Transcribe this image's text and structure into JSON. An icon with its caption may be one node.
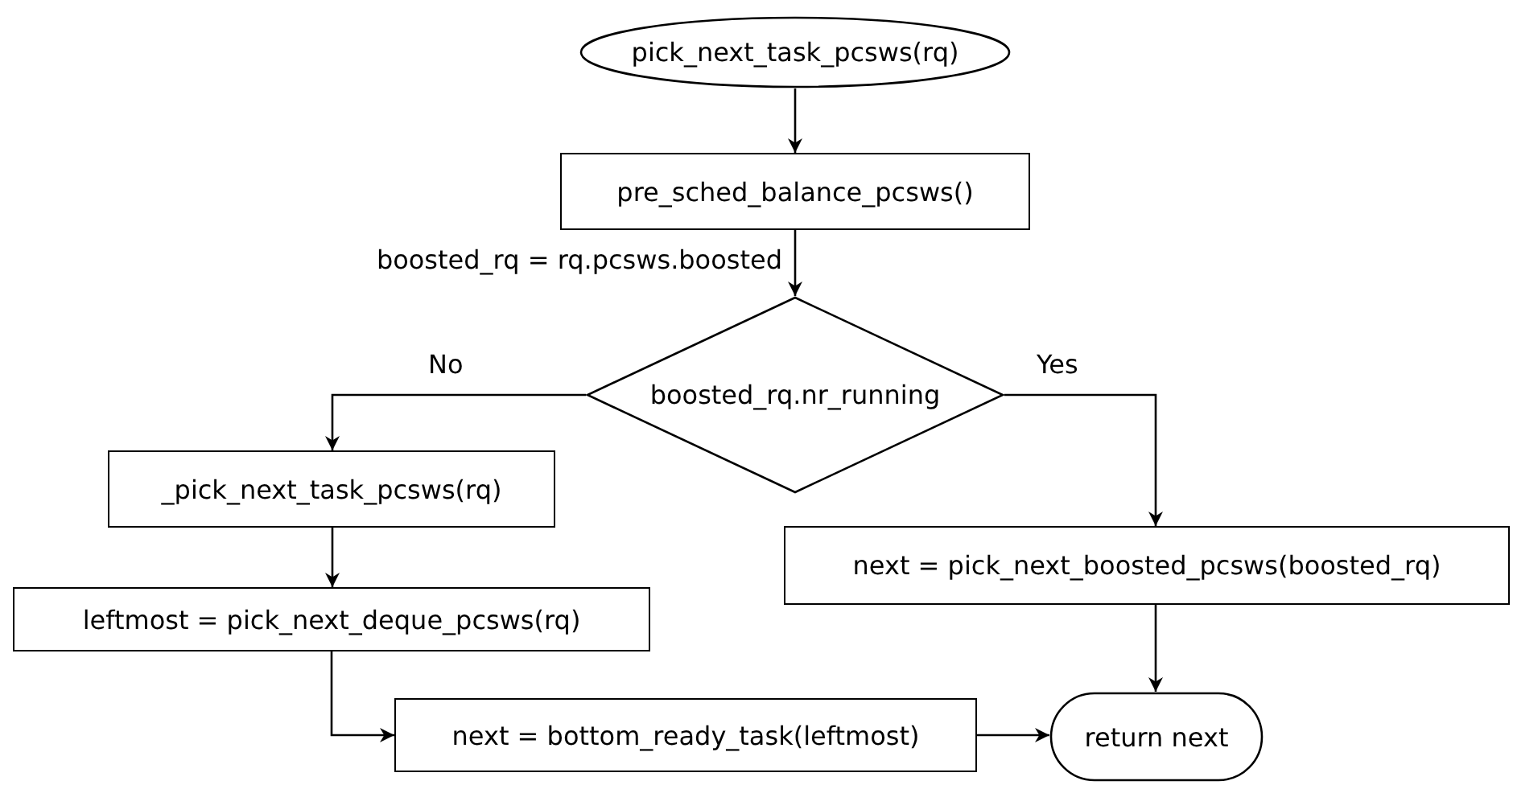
{
  "diagram": {
    "nodes": [
      {
        "text": [
          "pick_next_task_pcsws(rq)"
        ]
      },
      {
        "text": [
          "pre_sched_balance_pcsws()"
        ]
      },
      {
        "text": [
          "boosted_rq.nr_running"
        ]
      },
      {
        "text": [
          "_pick_next_task_pcsws(rq)"
        ]
      },
      {
        "text": [
          "leftmost = pick_next_deque_pcsws(rq)"
        ]
      },
      {
        "text": [
          "next = pick_next_boosted_pcsws(boosted_rq)"
        ]
      },
      {
        "text": [
          "next = bottom_ready_task(leftmost)"
        ]
      },
      {
        "text": [
          "return next"
        ]
      }
    ],
    "edges": [
      {
        "from": 0,
        "to": 1,
        "arrow": "to"
      },
      {
        "from": 1,
        "to": 2,
        "arrow": "to",
        "label": "boosted_rq = rq.pcsws.boosted"
      },
      {
        "from": 2,
        "to": 3,
        "arrow": "to",
        "label": "No"
      },
      {
        "from": 2,
        "to": 5,
        "arrow": "to",
        "label": "Yes"
      },
      {
        "from": 3,
        "to": 4,
        "arrow": "to"
      },
      {
        "from": 4,
        "to": 6,
        "arrow": "to"
      },
      {
        "from": 6,
        "to": 7,
        "arrow": "to"
      },
      {
        "from": 5,
        "to": 7,
        "arrow": "to"
      }
    ]
  }
}
